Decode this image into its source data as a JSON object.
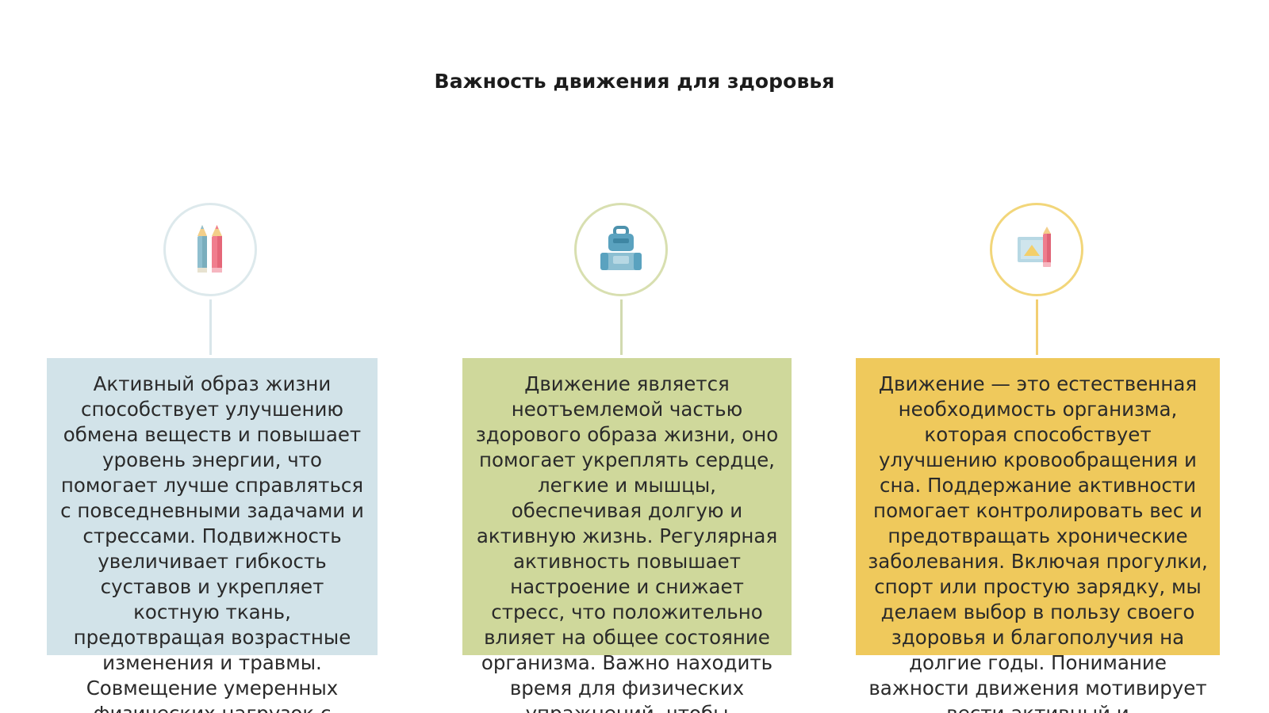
{
  "slide": {
    "title": "Важность движения для здоровья"
  },
  "columns": [
    {
      "icon": "pencils-icon",
      "card_color": "#d2e3e9",
      "ring_color": "#dde9ec",
      "text": "Активный образ жизни способствует улучшению обмена веществ и повышает уровень энергии, что помогает лучше справляться с повседневными задачами и стрессами. Подвижность увеличивает гибкость суставов и укрепляет костную ткань, предотвращая возрастные изменения и травмы. Совмещение умеренных физических нагрузок с"
    },
    {
      "icon": "backpack-icon",
      "card_color": "#cfd89b",
      "ring_color": "#d8dfb0",
      "text": "Движение является неотъемлемой частью здорового образа жизни, оно помогает укреплять сердце, легкие и мышцы, обеспечивая долгую и активную жизнь. Регулярная активность повышает настроение и снижает стресс, что положительно влияет на общее состояние организма. Важно находить время для физических упражнений, чтобы"
    },
    {
      "icon": "picture-pencil-icon",
      "card_color": "#efc95c",
      "ring_color": "#f2d67a",
      "text": "Движение — это естественная необходимость организма, которая способствует улучшению кровообращения и сна. Поддержание активности помогает контролировать вес и предотвращать хронические заболевания. Включая прогулки, спорт или простую зарядку, мы делаем выбор в пользу своего здоровья и благополучия на долгие годы. Понимание важности движения мотивирует вести активный и"
    }
  ]
}
